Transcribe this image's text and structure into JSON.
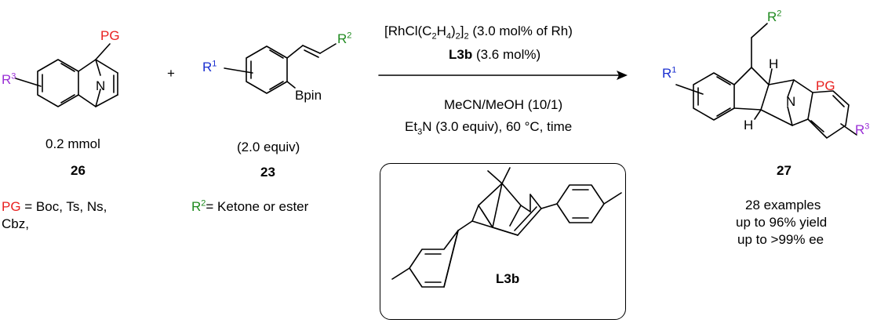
{
  "reactant1": {
    "pg": "PG",
    "n": "N",
    "r3_sym": "R",
    "r3_num": "3",
    "amount": "0.2 mmol",
    "number": "26"
  },
  "plus": "+",
  "reactant2": {
    "r1_sym": "R",
    "r1_num": "1",
    "r2_sym": "R",
    "r2_num": "2",
    "bpin": "Bpin",
    "equiv": "(2.0 equiv)",
    "number": "23"
  },
  "conditions": {
    "cat_a": "[RhCl(C",
    "cat_b": "2",
    "cat_c": "H",
    "cat_d": "4",
    "cat_e": ")",
    "cat_f": "2",
    "cat_g": "]",
    "cat_h": "2",
    "cat_i": " (3.0 mol% of Rh)",
    "ligand": "L3b",
    "ligand_amount": " (3.6 mol%)",
    "solvent": "MeCN/MeOH (10/1)",
    "base_a": "Et",
    "base_b": "3",
    "base_c": "N (3.0 equiv), 60 °C, time"
  },
  "ligand_box": {
    "label": "L3b"
  },
  "product": {
    "r1_sym": "R",
    "r1_num": "1",
    "r2_sym": "R",
    "r2_num": "2",
    "r3_sym": "R",
    "r3_num": "3",
    "h1": "H",
    "h2": "H",
    "pg": "PG",
    "n": "N",
    "number": "27",
    "summary1": "28 examples",
    "summary2": "up to 96% yield",
    "summary3": "up to >99% ee"
  },
  "notes": {
    "pg_label": "PG",
    "pg_values": " = Boc, Ts, Ns,",
    "pg_values2": "Cbz,",
    "r2_label_sym": "R",
    "r2_label_num": "2",
    "r2_values": "= Ketone or ester"
  }
}
